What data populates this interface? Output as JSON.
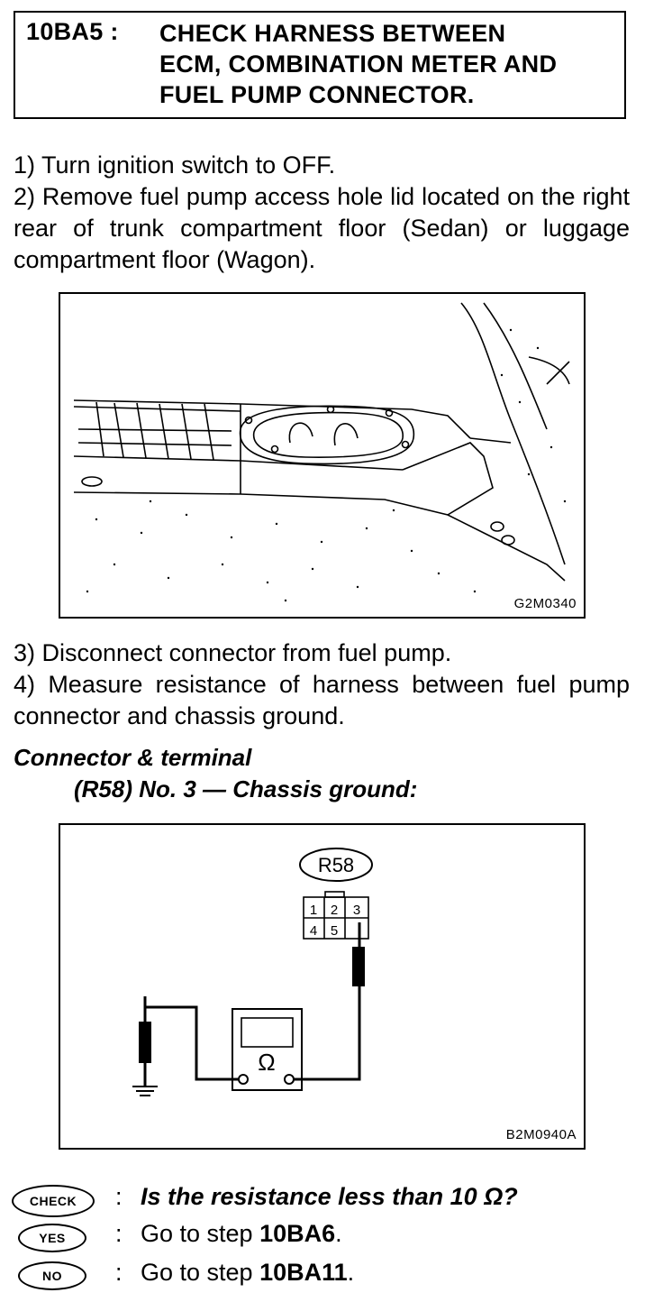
{
  "header": {
    "step_code": "10BA5 :",
    "title_lines": [
      "CHECK HARNESS BETWEEN",
      "ECM, COMBINATION METER AND",
      "FUEL PUMP CONNECTOR."
    ]
  },
  "steps_a": [
    "1)  Turn ignition switch to OFF.",
    "2)  Remove fuel pump access hole lid located on the right rear of trunk compartment floor (Sedan) or luggage compartment floor (Wagon)."
  ],
  "figure1": {
    "code": "G2M0340"
  },
  "steps_b": [
    "3)  Disconnect connector from fuel pump.",
    "4)  Measure resistance of harness between fuel pump connector and chassis ground."
  ],
  "connector": {
    "heading": "Connector & terminal",
    "subheading": "(R58) No. 3 — Chassis ground:"
  },
  "figure2": {
    "code": "B2M0940A",
    "connector_label": "R58",
    "pins": [
      "1",
      "2",
      "3",
      "4",
      "5"
    ],
    "meter_symbol": "Ω"
  },
  "check": {
    "check_badge": "CHECK",
    "question": "Is the resistance less than 10 Ω?",
    "yes_badge": "YES",
    "yes_prefix": "Go to step ",
    "yes_target": "10BA6",
    "yes_suffix": ".",
    "no_badge": "NO",
    "no_prefix": "Go to step ",
    "no_target": "10BA11",
    "no_suffix": ".",
    "separator": ":"
  }
}
